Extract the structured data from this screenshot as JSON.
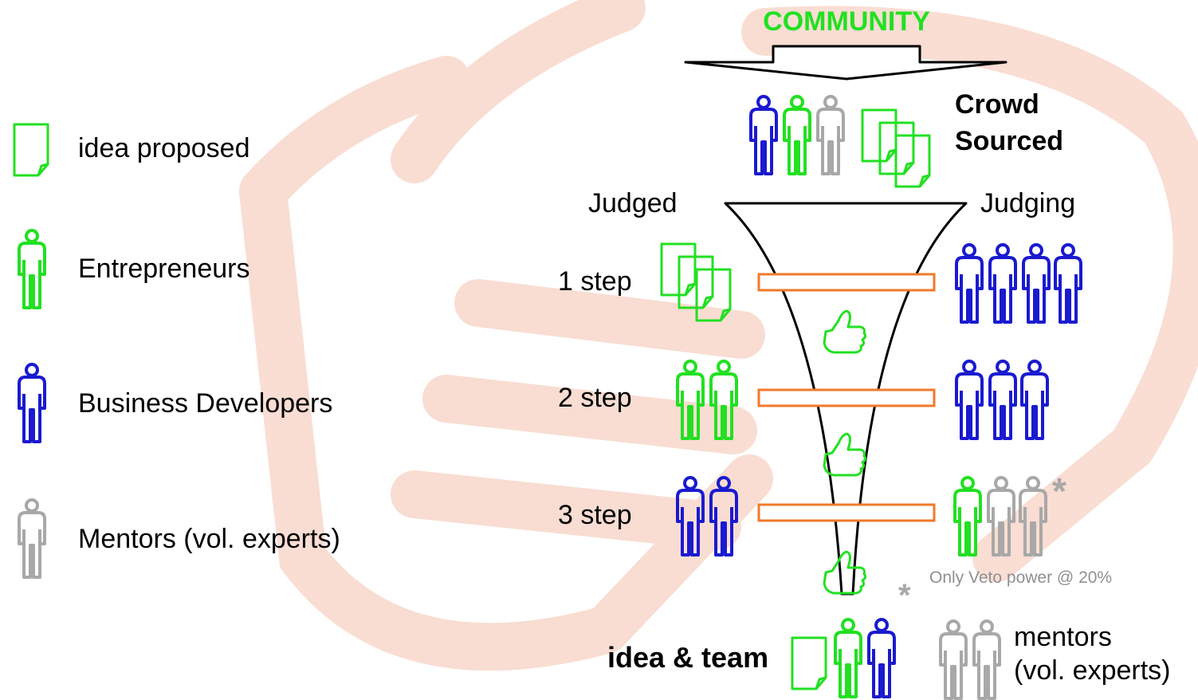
{
  "colors": {
    "entrepreneur": "#22e022",
    "business_developer": "#1a1ad0",
    "mentor": "#a8a8a8",
    "idea": "#22e022",
    "bar": "#f07a2a",
    "community": "#22e022",
    "watermark": "#f8d2c4"
  },
  "header": {
    "title": "COMMUNITY"
  },
  "crowd": {
    "line1": "Crowd",
    "line2": "Sourced"
  },
  "columns": {
    "judged": "Judged",
    "judging": "Judging"
  },
  "legend": [
    {
      "icon": "idea-document-icon",
      "label": "idea proposed"
    },
    {
      "icon": "entrepreneur-figure-icon",
      "label": "Entrepreneurs"
    },
    {
      "icon": "business-developer-figure-icon",
      "label": "Business Developers"
    },
    {
      "icon": "mentor-figure-icon",
      "label": "Mentors (vol. experts)"
    }
  ],
  "steps": [
    {
      "label": "1 step",
      "judged": [
        "idea",
        "idea",
        "idea"
      ],
      "judging": [
        "business_developer",
        "business_developer",
        "business_developer",
        "business_developer"
      ]
    },
    {
      "label": "2 step",
      "judged": [
        "entrepreneur",
        "entrepreneur"
      ],
      "judging": [
        "business_developer",
        "business_developer",
        "business_developer"
      ]
    },
    {
      "label": "3 step",
      "judged": [
        "business_developer",
        "business_developer"
      ],
      "judging": [
        "entrepreneur",
        "mentor",
        "mentor"
      ]
    }
  ],
  "note": {
    "asterisk": "*",
    "text": "Only Veto power @ 20%"
  },
  "result": {
    "label": "idea & team",
    "mentors_line1": "mentors",
    "mentors_line2": "(vol. experts)"
  }
}
